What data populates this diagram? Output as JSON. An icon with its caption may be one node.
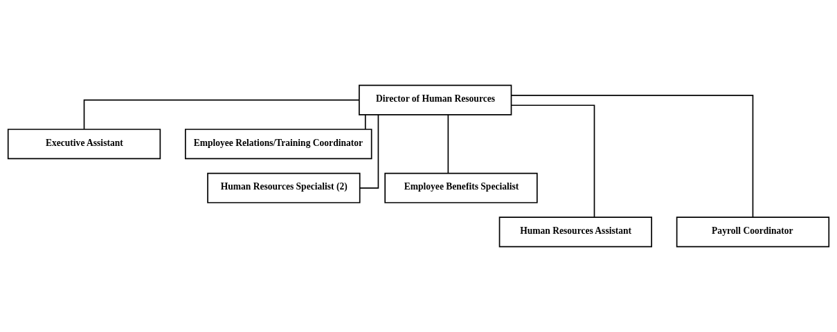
{
  "diagram": {
    "nodes": [
      {
        "text": [
          "Director of Human Resources"
        ]
      },
      {
        "text": [
          "Executive Assistant"
        ]
      },
      {
        "text": [
          "Employee Relations/Training Coordinator"
        ]
      },
      {
        "text": [
          "Human Resources Specialist (2)"
        ]
      },
      {
        "text": [
          "Employee Benefits Specialist"
        ]
      },
      {
        "text": [
          "Human Resources Assistant"
        ]
      },
      {
        "text": [
          "Payroll Coordinator"
        ]
      }
    ],
    "edges": [
      {
        "from": 0,
        "to": 1,
        "arrow": "none"
      },
      {
        "from": 0,
        "to": 2,
        "arrow": "none"
      },
      {
        "from": 0,
        "to": 3,
        "arrow": "none"
      },
      {
        "from": 0,
        "to": 4,
        "arrow": "none"
      },
      {
        "from": 0,
        "to": 5,
        "arrow": "none"
      },
      {
        "from": 0,
        "to": 6,
        "arrow": "none"
      }
    ]
  }
}
